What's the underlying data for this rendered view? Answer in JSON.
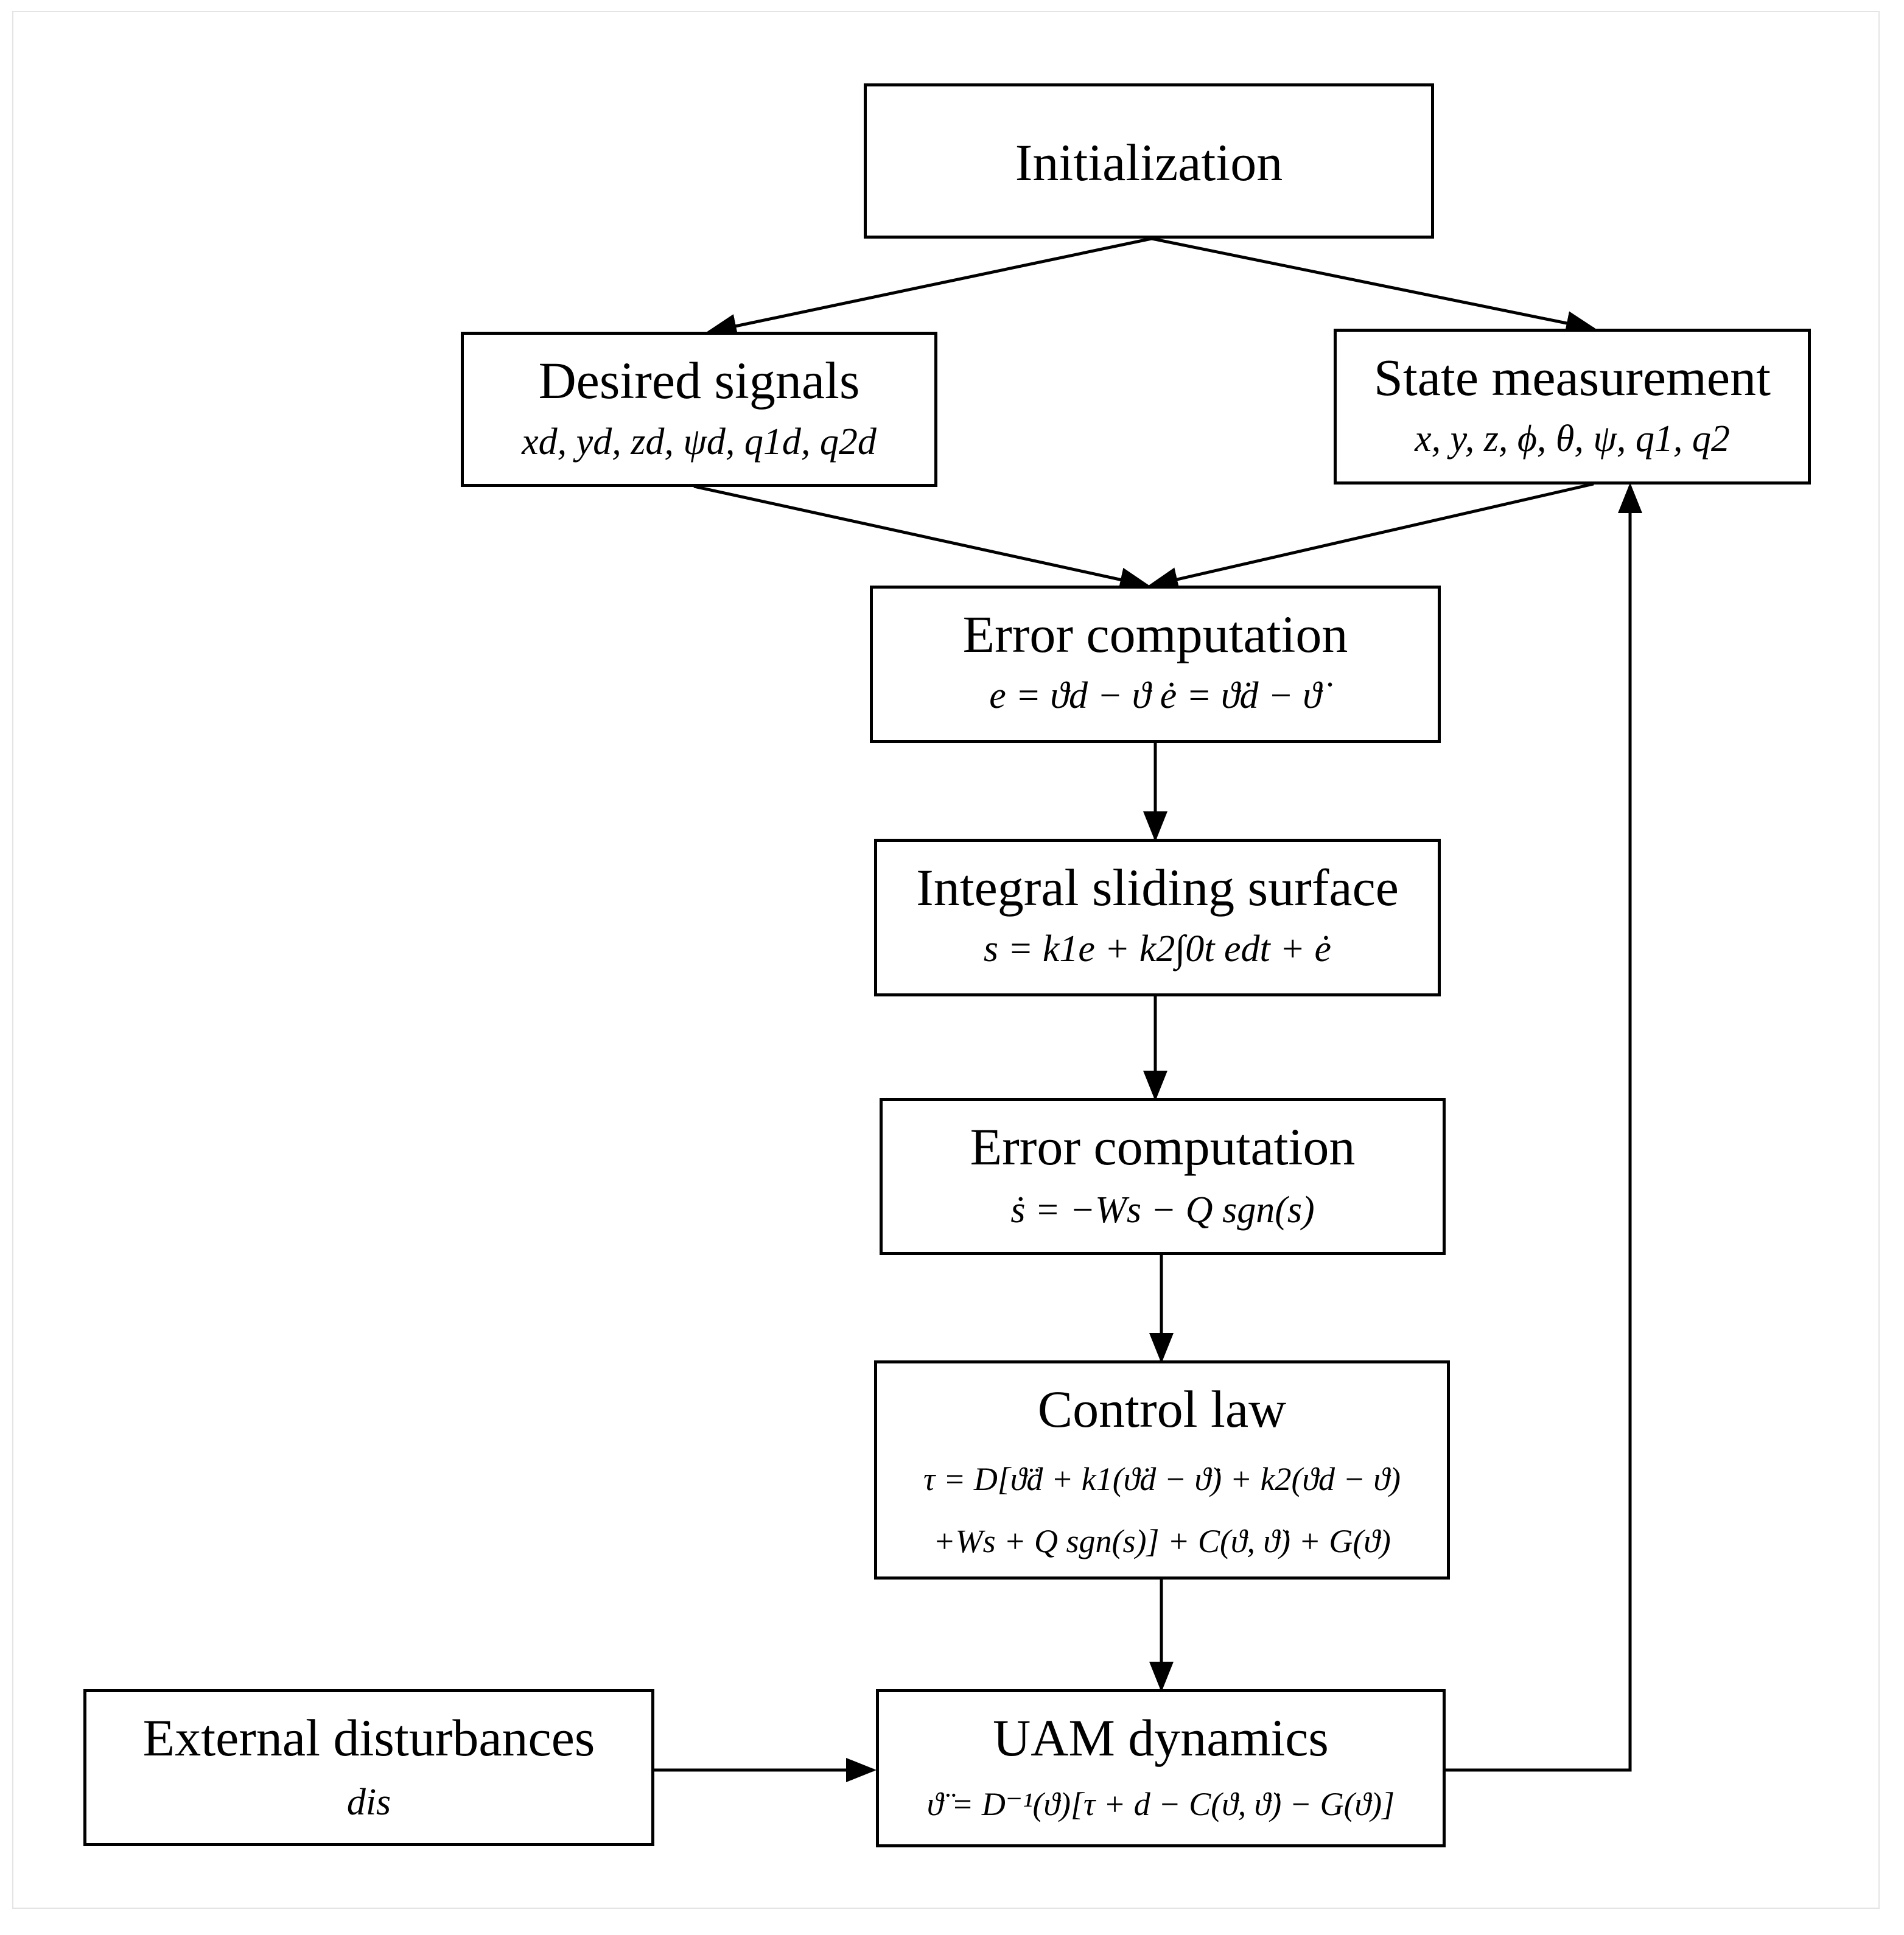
{
  "nodes": {
    "initialization": {
      "title": "Initialization"
    },
    "desired_signals": {
      "title": "Desired signals",
      "formula": "xd, yd, zd, ψd, q1d, q2d"
    },
    "state_measurement": {
      "title": "State measurement",
      "formula": "x, y, z, ϕ, θ, ψ, q1, q2"
    },
    "error_computation_1": {
      "title": "Error computation",
      "formula": "e = ϑd − ϑ  ė = ϑ̇d − ϑ̇"
    },
    "integral_sliding_surface": {
      "title": "Integral sliding surface",
      "formula": "s = k1e + k2∫0t edt + ė"
    },
    "error_computation_2": {
      "title": "Error computation",
      "formula": "ṡ = −Ws − Q sgn(s)"
    },
    "control_law": {
      "title": "Control law",
      "formula_line1": "τ = D[ϑ̈d + k1(ϑ̇d − ϑ̇) + k2(ϑd − ϑ)",
      "formula_line2": "+Ws + Q sgn(s)] + C(ϑ, ϑ̇) + G(ϑ)"
    },
    "external_disturbances": {
      "title": "External disturbances",
      "formula": "dis"
    },
    "uam_dynamics": {
      "title": "UAM dynamics",
      "formula": "ϑ̈ = D⁻¹(ϑ)[τ + d − C(ϑ, ϑ̇) − G(ϑ)]"
    }
  },
  "edges": [
    {
      "from": "initialization",
      "to": "desired_signals"
    },
    {
      "from": "initialization",
      "to": "state_measurement"
    },
    {
      "from": "desired_signals",
      "to": "error_computation_1"
    },
    {
      "from": "state_measurement",
      "to": "error_computation_1"
    },
    {
      "from": "error_computation_1",
      "to": "integral_sliding_surface"
    },
    {
      "from": "integral_sliding_surface",
      "to": "error_computation_2"
    },
    {
      "from": "error_computation_2",
      "to": "control_law"
    },
    {
      "from": "control_law",
      "to": "uam_dynamics"
    },
    {
      "from": "external_disturbances",
      "to": "uam_dynamics"
    },
    {
      "from": "uam_dynamics",
      "to": "state_measurement"
    }
  ]
}
